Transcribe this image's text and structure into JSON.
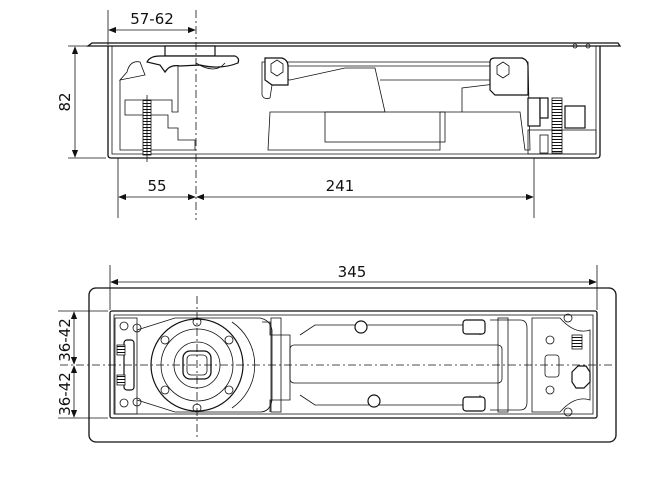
{
  "title": "Floor spring door closer dimension drawing",
  "side_view": {
    "dim_pivot_offset": "57-62",
    "dim_height": "82",
    "dim_left": "55",
    "dim_right": "241"
  },
  "top_view": {
    "dim_length": "345",
    "dim_upper_half": "36-42",
    "dim_lower_half": "36-42"
  }
}
